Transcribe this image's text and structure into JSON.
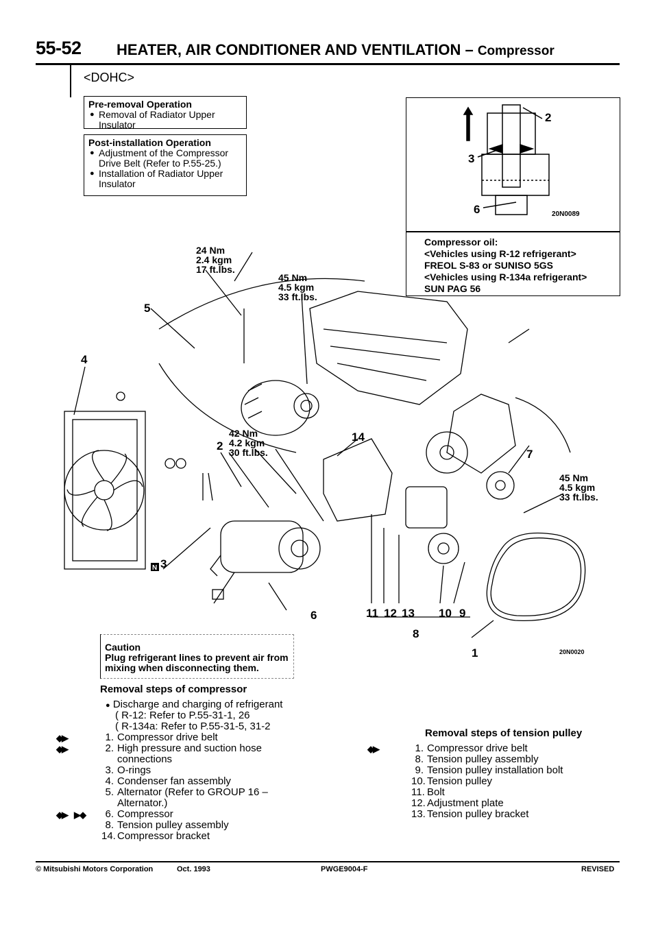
{
  "header": {
    "page_number": "55-52",
    "title": "HEATER, AIR CONDITIONER AND VENTILATION –",
    "subtitle": "Compressor"
  },
  "variant_label": "<DOHC>",
  "pre_removal": {
    "heading": "Pre-removal Operation",
    "items": [
      "Removal of Radiator Upper Insulator"
    ]
  },
  "post_installation": {
    "heading": "Post-installation Operation",
    "items": [
      "Adjustment of the Compressor Drive Belt (Refer to P.55-25.)",
      "Installation of Radiator Upper Insulator"
    ]
  },
  "inset": {
    "callouts": [
      "2",
      "3",
      "6"
    ],
    "figure_code": "20N0089"
  },
  "compressor_oil": {
    "heading": "Compressor oil:",
    "lines": [
      "<Vehicles using R-12 refrigerant>",
      "FREOL S-83 or SUNISO 5GS",
      "<Vehicles using R-134a refrigerant>",
      "SUN PAG 56"
    ]
  },
  "torques": {
    "t24": [
      "24 Nm",
      "2.4 kgm",
      "17 ft.lbs."
    ],
    "t45a": [
      "45 Nm",
      "4.5 kgm",
      "33 ft.lbs."
    ],
    "t42": [
      "42 Nm",
      "4.2 kgm",
      "30 ft.lbs."
    ],
    "t45b": [
      "45 Nm",
      "4.5 kgm",
      "33 ft.lbs."
    ]
  },
  "callouts": {
    "c1": "1",
    "c2": "2",
    "c3": "3",
    "c4": "4",
    "c5": "5",
    "c6": "6",
    "c7": "7",
    "c8": "8",
    "c9": "9",
    "c10": "10",
    "c11": "11",
    "c12": "12",
    "c13": "13",
    "c14": "14",
    "n_badge": "N"
  },
  "figure_code": "20N0020",
  "caution": {
    "heading": "Caution",
    "text": "Plug refrigerant lines to prevent air from mixing when disconnecting them."
  },
  "removal_compressor": {
    "heading": "Removal steps of compressor",
    "pre_item": "Discharge and charging of refrigerant",
    "pre_sub1": "R-12: Refer to P.55-31-1, 26",
    "pre_sub2": "R-134a: Refer to P.55-31-5, 31-2",
    "steps": [
      {
        "num": "1.",
        "text": "Compressor drive belt"
      },
      {
        "num": "2.",
        "text": "High pressure and suction hose"
      },
      {
        "num": "",
        "text": "connections"
      },
      {
        "num": "3.",
        "text": "O-rings"
      },
      {
        "num": "4.",
        "text": "Condenser fan assembly"
      },
      {
        "num": "5.",
        "text": "Alternator (Refer to GROUP 16 –"
      },
      {
        "num": "",
        "text": "Alternator.)"
      },
      {
        "num": "6.",
        "text": "Compressor"
      },
      {
        "num": "8.",
        "text": "Tension pulley assembly"
      },
      {
        "num": "14.",
        "text": "Compressor bracket"
      }
    ]
  },
  "removal_tension": {
    "heading": "Removal steps of tension pulley",
    "steps": [
      {
        "num": "1.",
        "text": "Compressor drive belt"
      },
      {
        "num": "8.",
        "text": "Tension pulley assembly"
      },
      {
        "num": "9.",
        "text": "Tension pulley installation bolt"
      },
      {
        "num": "10.",
        "text": "Tension pulley"
      },
      {
        "num": "11.",
        "text": "Bolt"
      },
      {
        "num": "12.",
        "text": "Adjustment plate"
      },
      {
        "num": "13.",
        "text": "Tension pulley bracket"
      }
    ]
  },
  "footer": {
    "copyright": "© Mitsubishi Motors Corporation",
    "date": "Oct. 1993",
    "doc_code": "PWGE9004-F",
    "status": "REVISED"
  }
}
